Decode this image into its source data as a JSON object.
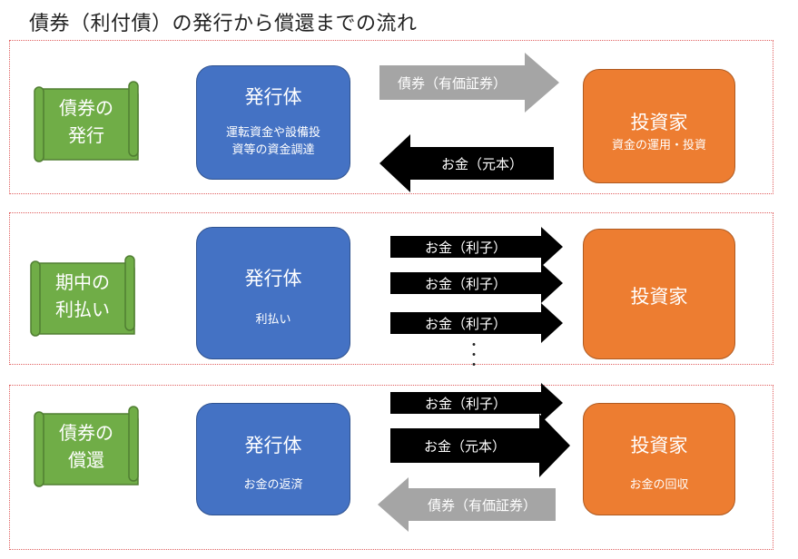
{
  "title": "債券（利付債）の発行から償還までの流れ",
  "sections": [
    {
      "scroll": [
        "債券の",
        "発行"
      ],
      "issuer": {
        "title": "発行体",
        "sub": [
          "運転資金や設備投",
          "資等の資金調達"
        ]
      },
      "investor": {
        "title": "投資家",
        "sub": [
          "資金の運用・投資"
        ]
      },
      "arrows": [
        {
          "label": "債券（有価証券）",
          "direction": "right",
          "color": "gray"
        },
        {
          "label": "お金（元本）",
          "direction": "left",
          "color": "black"
        }
      ]
    },
    {
      "scroll": [
        "期中の",
        "利払い"
      ],
      "issuer": {
        "title": "発行体",
        "sub": [
          "利払い"
        ]
      },
      "investor": {
        "title": "投資家",
        "sub": []
      },
      "arrows": [
        {
          "label": "お金（利子）",
          "direction": "right",
          "color": "black"
        },
        {
          "label": "お金（利子）",
          "direction": "right",
          "color": "black"
        },
        {
          "label": "お金（利子）",
          "direction": "right",
          "color": "black"
        }
      ],
      "continuation": "・\n・\n・"
    },
    {
      "scroll": [
        "債券の",
        "償還"
      ],
      "issuer": {
        "title": "発行体",
        "sub": [
          "お金の返済"
        ]
      },
      "investor": {
        "title": "投資家",
        "sub": [
          "お金の回収"
        ]
      },
      "arrows": [
        {
          "label": "お金（利子）",
          "direction": "right",
          "color": "black"
        },
        {
          "label": "お金（元本）",
          "direction": "right",
          "color": "black"
        },
        {
          "label": "債券（有価証券）",
          "direction": "left",
          "color": "gray"
        }
      ]
    }
  ],
  "colors": {
    "issuer": "#4472c4",
    "investor": "#ed7d31",
    "scroll": "#70ad47",
    "arrow_black": "#000000",
    "arrow_gray": "#a5a5a5",
    "section_border": "#e06060"
  }
}
